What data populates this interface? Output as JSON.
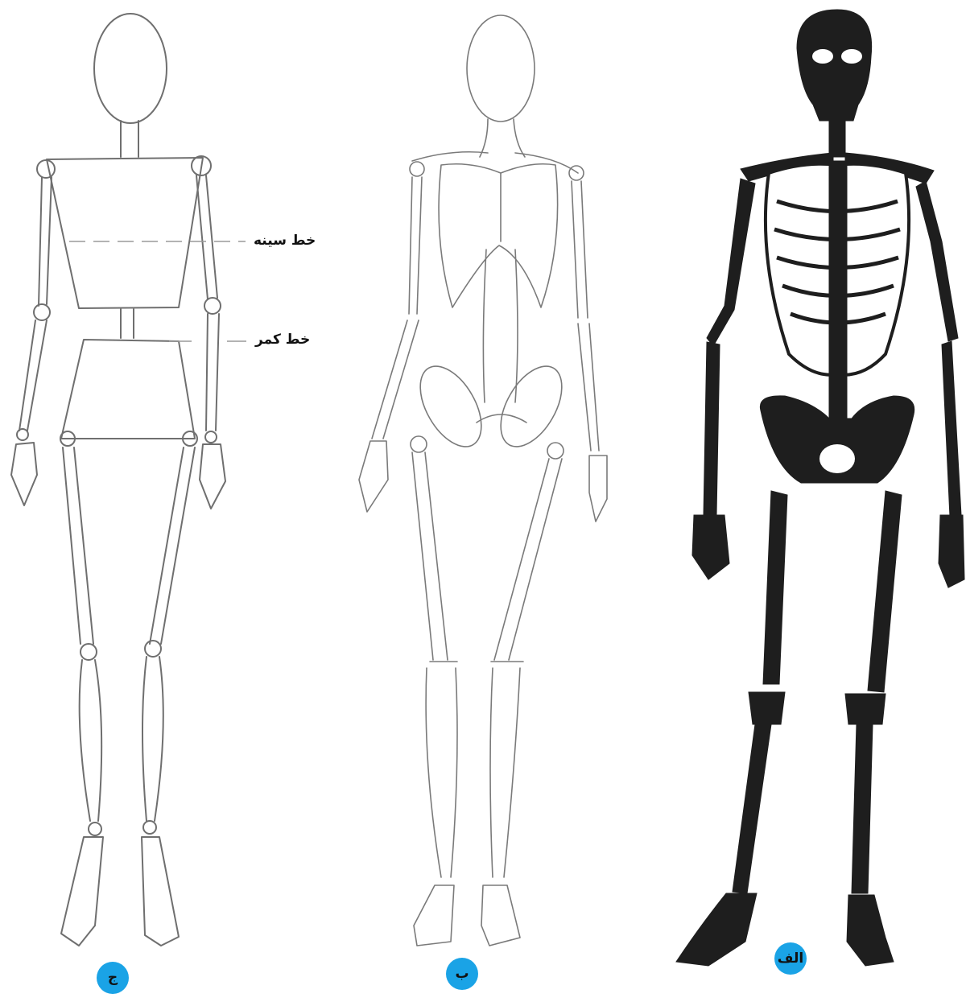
{
  "annotations": {
    "chest_line": "خط سینه",
    "waist_line": "خط کمر"
  },
  "figures": [
    {
      "id": "skeleton",
      "badge": "الف"
    },
    {
      "id": "anatomical-sketch",
      "badge": "ب"
    },
    {
      "id": "block-mannequin",
      "badge": "ج"
    }
  ],
  "colors": {
    "badge": "#1aa3e6",
    "pencil": "#6f6f6f",
    "bone_ink": "#1e1e1e"
  }
}
